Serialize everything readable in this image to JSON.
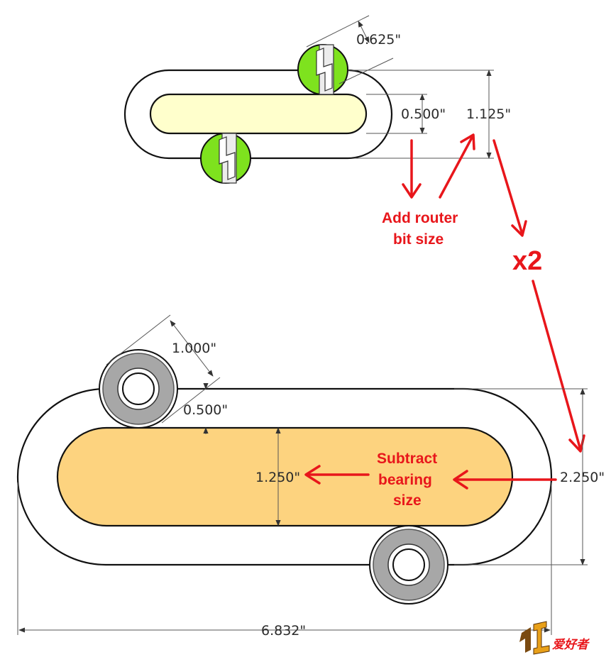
{
  "colors": {
    "slot_small": "#ffffcc",
    "slot_large": "#fdd37f",
    "router_bit": "#7ee21e",
    "bearing": "#a7a7a7",
    "annotation": "#e8161b"
  },
  "top_template": {
    "bit_dimension": "0.625\"",
    "slot_width": "0.500\"",
    "template_width": "1.125\""
  },
  "bottom_template": {
    "bearing_dimension": "1.000\"",
    "offset_dimension": "0.500\"",
    "slot_width": "1.250\"",
    "template_width": "2.250\"",
    "overall_length": "6.832\""
  },
  "annotations": {
    "add_router_line1": "Add router",
    "add_router_line2": "bit size",
    "multiplier": "x2",
    "subtract_line1": "Subtract",
    "subtract_line2": "bearing",
    "subtract_line3": "size"
  },
  "logo": {
    "text": "爱好者",
    "icon": "wood-logo-icon"
  }
}
